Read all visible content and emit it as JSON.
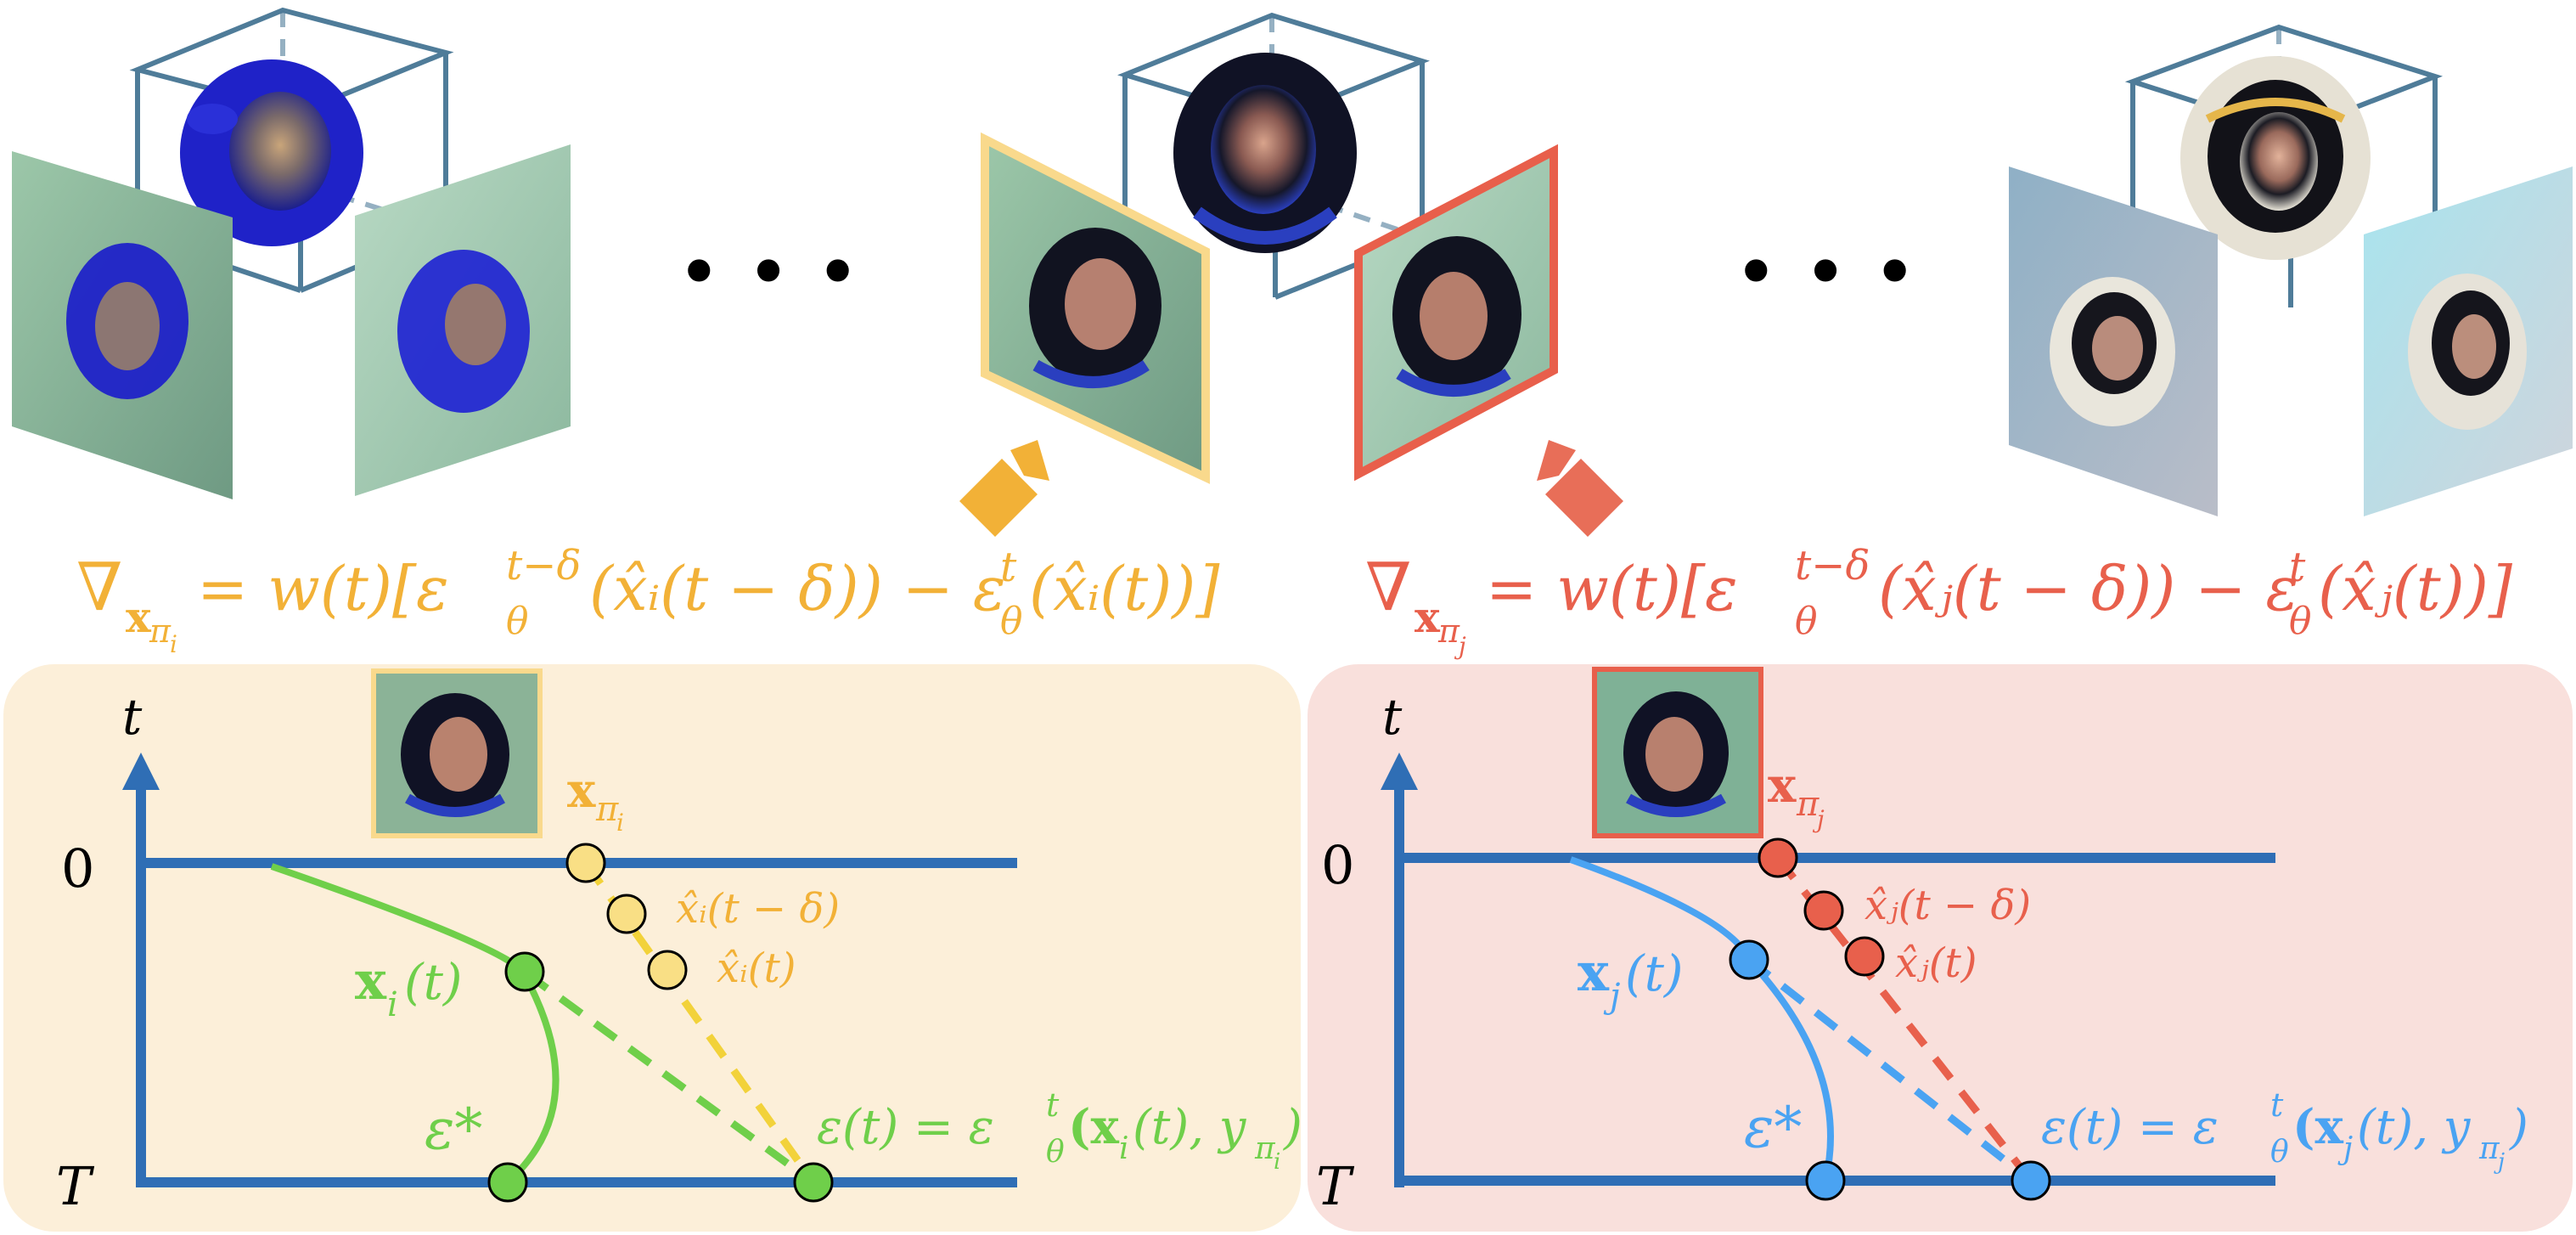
{
  "colors": {
    "yellow": "#f2b137",
    "yellow_light": "#f9df85",
    "yellow_panel": "#fcefd9",
    "red": "#e85f4b",
    "red_panel": "#f9e0dc",
    "green": "#6fcf4a",
    "blue": "#2f6eb5",
    "light_blue": "#4aa3f2",
    "cube_edge": "#4f7c99",
    "view_green": "#8dba9f",
    "view_blue": "#8fb1c8",
    "view_cyan": "#9fdbe6"
  },
  "icons": {
    "camera_left": "camera-icon",
    "camera_right": "camera-icon"
  },
  "top": {
    "ellipsis_left": "• • •",
    "ellipsis_right": "• • •"
  },
  "equations": {
    "left": {
      "nabla": "∇",
      "x": "x",
      "sub": "π",
      "subsub": "i",
      "rhs": "= w(t)[ε",
      "sup1": "t−δ",
      "sub1": "θ",
      "mid": "(x̂ᵢ(t − δ)) − ε",
      "sup2": "t",
      "sub2": "θ",
      "end": "(x̂ᵢ(t))]"
    },
    "right": {
      "nabla": "∇",
      "x": "x",
      "sub": "π",
      "subsub": "j",
      "rhs": "= w(t)[ε",
      "sup1": "t−δ",
      "sub1": "θ",
      "mid": "(x̂ⱼ(t − δ)) − ε",
      "sup2": "t",
      "sub2": "θ",
      "end": "(x̂ⱼ(t))]"
    }
  },
  "panel_left": {
    "axis_t": "t",
    "label_0": "0",
    "label_T": "T",
    "x_pi": "x",
    "x_pi_sub": "π",
    "x_pi_subsub": "i",
    "xhat_shift": "x̂ᵢ(t − δ)",
    "xhat": "x̂ᵢ(t)",
    "x_t": "x",
    "x_t_sub": "i",
    "x_t_rest": "(t)",
    "eps_star": "ε*",
    "eps_eq_a": "ε(t) = ε",
    "eps_eq_sup": "t",
    "eps_eq_sub": "θ",
    "eps_eq_b": "(x",
    "eps_eq_b_sub": "i",
    "eps_eq_c": "(t), y",
    "eps_eq_c_sub": "π",
    "eps_eq_c_subsub": "i",
    "eps_eq_d": ")"
  },
  "panel_right": {
    "axis_t": "t",
    "label_0": "0",
    "label_T": "T",
    "x_pi": "x",
    "x_pi_sub": "π",
    "x_pi_subsub": "j",
    "xhat_shift": "x̂ⱼ(t − δ)",
    "xhat": "x̂ⱼ(t)",
    "x_t": "x",
    "x_t_sub": "j",
    "x_t_rest": "(t)",
    "eps_star": "ε*",
    "eps_eq_a": "ε(t) = ε",
    "eps_eq_sup": "t",
    "eps_eq_sub": "θ",
    "eps_eq_b": "(x",
    "eps_eq_b_sub": "j",
    "eps_eq_c": "(t), y",
    "eps_eq_c_sub": "π",
    "eps_eq_c_subsub": "j",
    "eps_eq_d": ")"
  }
}
